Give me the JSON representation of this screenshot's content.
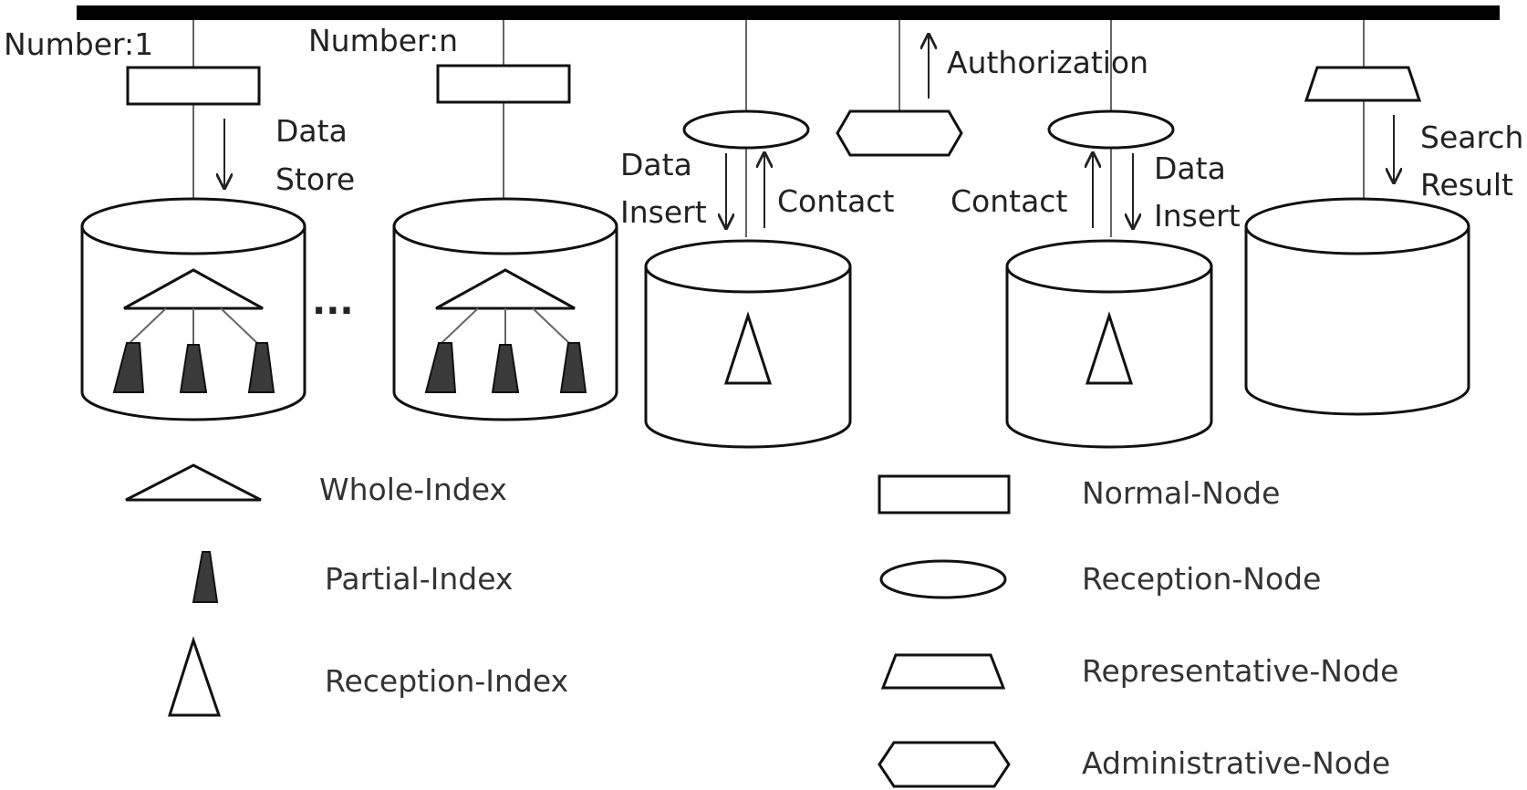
{
  "labels": {
    "number_1": "Number:1",
    "number_n": "Number:n",
    "authorization": "Authorization",
    "data_store_1": "Data",
    "data_store_2": "Store",
    "data_insert_left_1": "Data",
    "data_insert_left_2": "Insert",
    "contact_left": "Contact",
    "contact_right": "Contact",
    "data_insert_right_1": "Data",
    "data_insert_right_2": "Insert",
    "search_result_1": "Search",
    "search_result_2": "Result",
    "ellipsis": "..."
  },
  "legend": {
    "whole_index": "Whole-Index",
    "partial_index": "Partial-Index",
    "reception_index": "Reception-Index",
    "normal_node": "Normal-Node",
    "reception_node": "Reception-Node",
    "representative_node": "Representative-Node",
    "administrative_node": "Administrative-Node"
  },
  "colors": {
    "ink": "#111111",
    "partial_index_fill": "#3a3a3a",
    "wire": "#666666",
    "background": "#ffffff"
  }
}
